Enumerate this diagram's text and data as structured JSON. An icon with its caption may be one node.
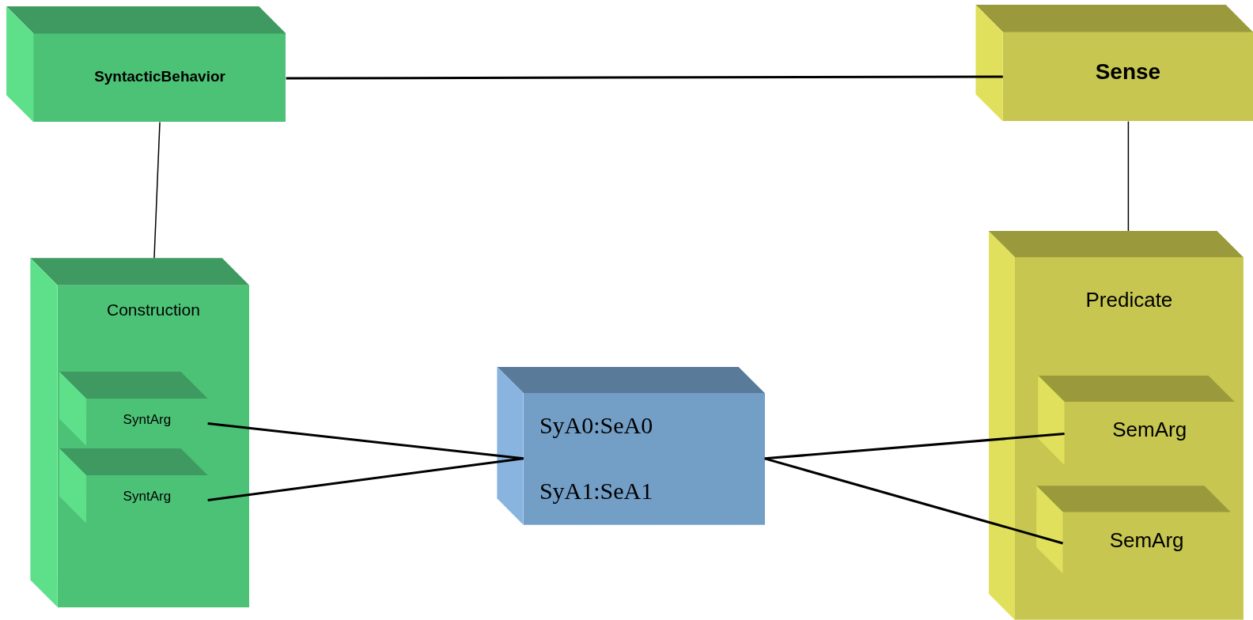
{
  "diagram": {
    "nodes": [
      {
        "text": [
          "SyntacticBehavior"
        ]
      },
      {
        "text": [
          "Sense"
        ]
      },
      {
        "text": [
          "Construction"
        ]
      },
      {
        "text": [
          "SyntArg"
        ],
        "in": 2
      },
      {
        "text": [
          "SyntArg"
        ],
        "in": 2
      },
      {
        "text": [
          "SyA0:SeA0",
          "SyA1:SeA1"
        ]
      },
      {
        "text": [
          "Predicate"
        ]
      },
      {
        "text": [
          "SemArg"
        ],
        "in": 6
      },
      {
        "text": [
          "SemArg"
        ],
        "in": 6
      }
    ],
    "edges": [
      {
        "from": 0,
        "to": 1,
        "arrow": "none"
      },
      {
        "from": 0,
        "to": 2,
        "arrow": "none"
      },
      {
        "from": 1,
        "to": 6,
        "arrow": "none"
      },
      {
        "from": 3,
        "to": 5,
        "arrow": "none"
      },
      {
        "from": 4,
        "to": 5,
        "arrow": "none"
      },
      {
        "from": 5,
        "to": 7,
        "arrow": "none"
      },
      {
        "from": 5,
        "to": 8,
        "arrow": "none"
      }
    ]
  }
}
